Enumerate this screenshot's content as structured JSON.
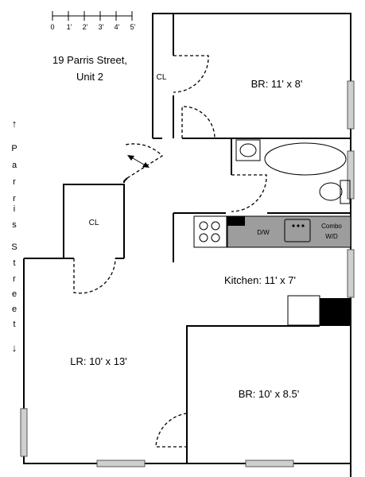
{
  "scale": {
    "ticks": [
      "0",
      "1'",
      "2'",
      "3'",
      "4'",
      "5'"
    ]
  },
  "address": {
    "line1": "19 Parris Street,",
    "line2": "Unit 2"
  },
  "street_letters": [
    "P",
    "a",
    "r",
    "r",
    "i",
    "s",
    "S",
    "t",
    "r",
    "e",
    "e",
    "t"
  ],
  "street_arrows": {
    "up": "↑",
    "down": "↓"
  },
  "rooms": {
    "closet_top": "CL",
    "closet_mid": "CL",
    "bedroom_top": "BR: 11' x 8'",
    "kitchen": "Kitchen: 11' x 7'",
    "living_room": "LR: 10' x 13'",
    "bedroom_bottom": "BR: 10' x 8.5'"
  },
  "appliances": {
    "dishwasher": "D/W",
    "combo_line1": "Combo",
    "combo_line2": "W/D"
  }
}
